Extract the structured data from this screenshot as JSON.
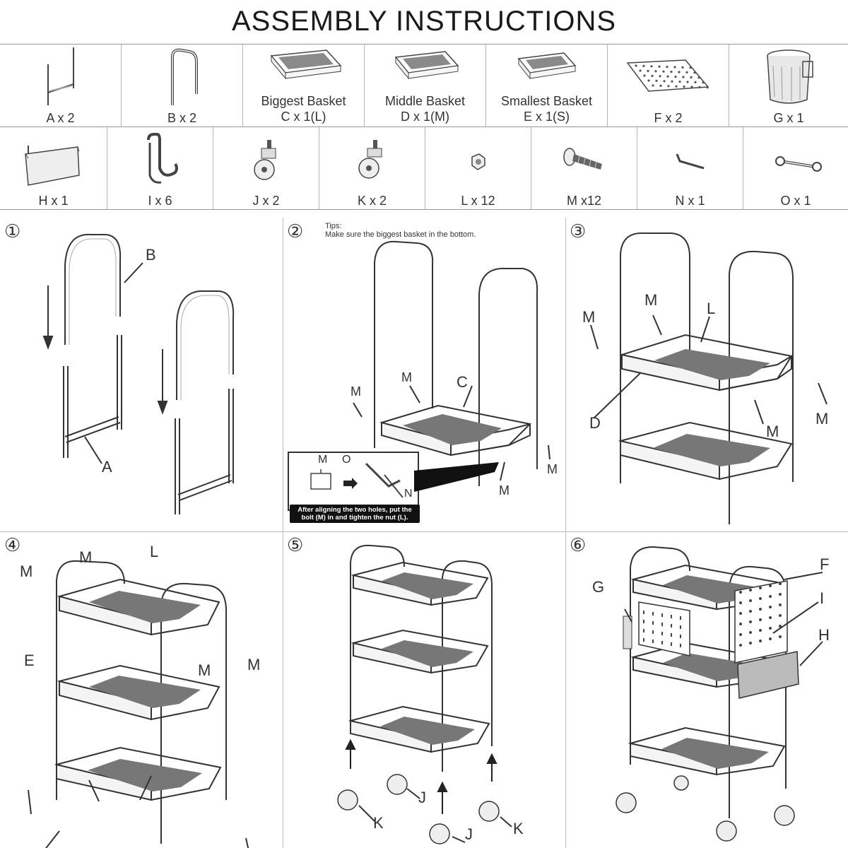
{
  "title": "ASSEMBLY INSTRUCTIONS",
  "parts_row_1": [
    {
      "line1": "",
      "line2": "A x 2",
      "icon": "frame-a-icon"
    },
    {
      "line1": "",
      "line2": "B x 2",
      "icon": "frame-b-icon"
    },
    {
      "line1": "Biggest Basket",
      "line2": "C x 1(L)",
      "icon": "basket-large-icon"
    },
    {
      "line1": "Middle Basket",
      "line2": "D x 1(M)",
      "icon": "basket-medium-icon"
    },
    {
      "line1": "Smallest Basket",
      "line2": "E x 1(S)",
      "icon": "basket-small-icon"
    },
    {
      "line1": "",
      "line2": "F x 2",
      "icon": "pegboard-icon"
    },
    {
      "line1": "",
      "line2": "G x 1",
      "icon": "bin-icon"
    }
  ],
  "parts_row_2": [
    {
      "label": "H x 1",
      "icon": "hanging-basket-icon"
    },
    {
      "label": "I x 6",
      "icon": "hook-icon"
    },
    {
      "label": "J x 2",
      "icon": "caster-locking-icon"
    },
    {
      "label": "K x 2",
      "icon": "caster-icon"
    },
    {
      "label": "L x 12",
      "icon": "nut-icon"
    },
    {
      "label": "M x12",
      "icon": "bolt-icon"
    },
    {
      "label": "N x 1",
      "icon": "hex-key-icon"
    },
    {
      "label": "O x 1",
      "icon": "wrench-icon"
    }
  ],
  "steps": {
    "s1": {
      "num": "①",
      "labels": {
        "b": "B",
        "a": "A"
      }
    },
    "s2": {
      "num": "②",
      "tips_title": "Tips:",
      "tips_text": "Make sure the biggest basket in the bottom.",
      "labels": {
        "m1": "M",
        "m2": "M",
        "c": "C",
        "m3": "M",
        "m4": "M"
      },
      "inset": {
        "m": "M",
        "o": "O",
        "n": "N",
        "note": "After aligning the two holes, put the bolt (M) in and tighten the nut (L)."
      }
    },
    "s3": {
      "num": "③",
      "labels": {
        "m1": "M",
        "m2": "M",
        "l": "L",
        "d": "D",
        "m3": "M",
        "m4": "M"
      }
    },
    "s4": {
      "num": "④",
      "labels": {
        "m1": "M",
        "m2": "M",
        "l": "L",
        "e": "E",
        "m3": "M",
        "m4": "M"
      }
    },
    "s5": {
      "num": "⑤",
      "labels": {
        "j1": "J",
        "k1": "K",
        "j2": "J",
        "k2": "K"
      }
    },
    "s6": {
      "num": "⑥",
      "labels": {
        "g": "G",
        "f": "F",
        "i": "I",
        "h": "H"
      }
    }
  }
}
